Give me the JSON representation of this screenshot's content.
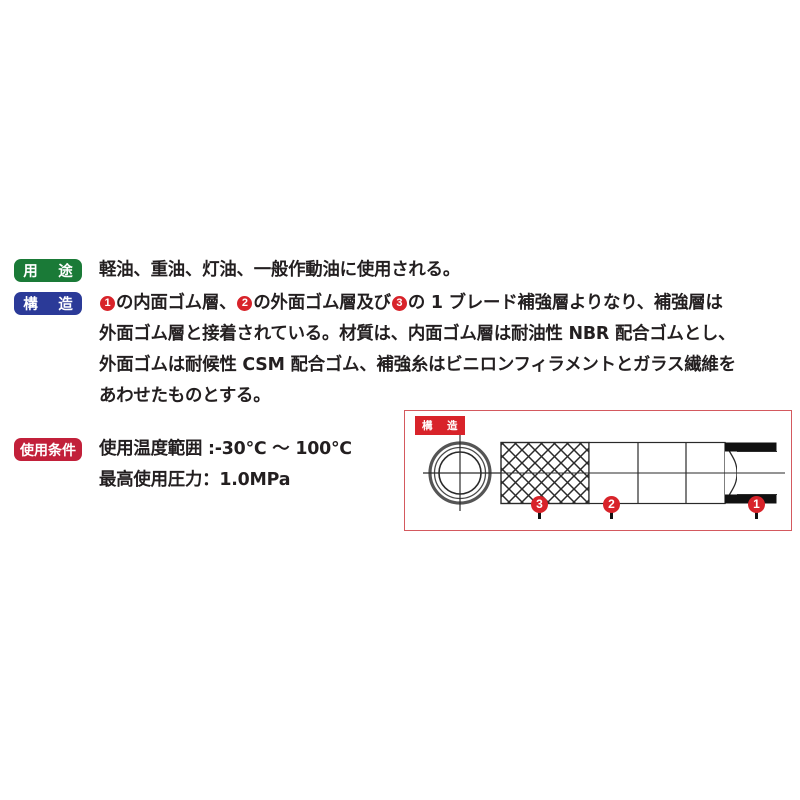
{
  "specs": [
    {
      "badge": "用　途",
      "badge_color": "#1a7a37",
      "lines": [
        "軽油、重油、灯油、一般作動油に使用される。"
      ]
    },
    {
      "badge": "構　造",
      "badge_color": "#2b3a98",
      "lines": [
        "❶の内面ゴム層、❷の外面ゴム層及び❸の 1 ブレード補強層よりなり、補強層は",
        "外面ゴム層と接着されている。材質は、内面ゴム層は耐油性 NBR 配合ゴムとし、",
        "外面ゴムは耐候性 CSM 配合ゴム、補強糸はビニロンフィラメントとガラス繊維を",
        "あわせたものとする。"
      ]
    },
    {
      "badge": "使用条件",
      "badge_color": "#c2203a",
      "lines": [
        "使用温度範囲 :-30℃ ～ 100℃",
        "最高使用圧力：1.0MPa"
      ]
    }
  ],
  "structure_figure": {
    "caption": "構　造",
    "caption_bg": "#d8232a",
    "border_color": "#d4595e",
    "markers": [
      {
        "label": "3",
        "meaning": "braid-reinforcement-layer"
      },
      {
        "label": "2",
        "meaning": "outer-rubber-layer"
      },
      {
        "label": "1",
        "meaning": "inner-rubber-layer"
      }
    ]
  }
}
